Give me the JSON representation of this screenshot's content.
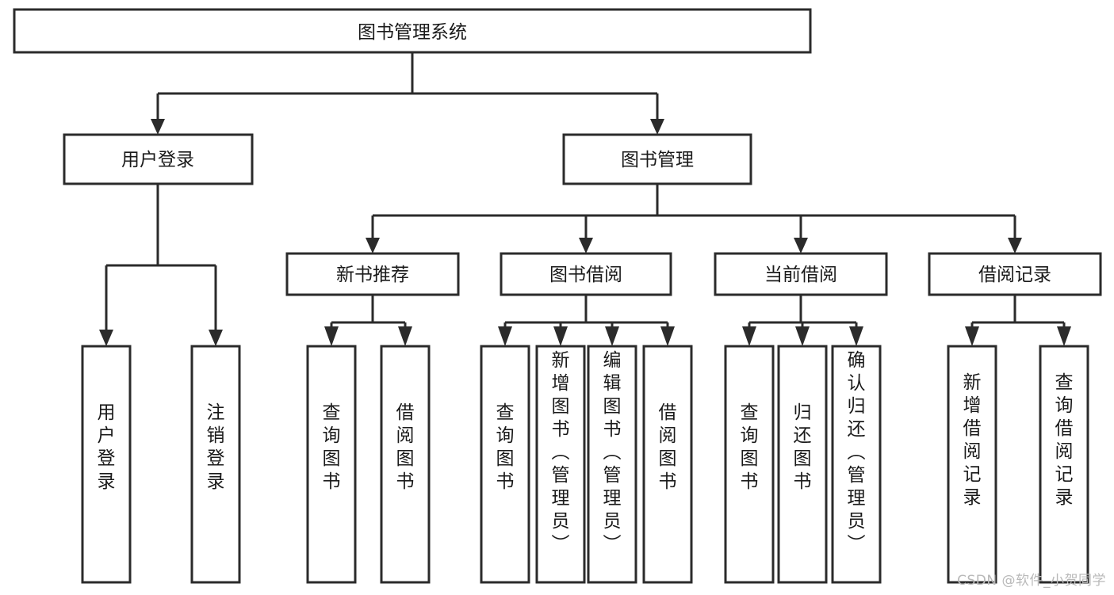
{
  "diagram": {
    "title": "图书管理系统",
    "type": "tree",
    "root": {
      "id": "root",
      "label": "图书管理系统",
      "orientation": "horizontal"
    },
    "level2": [
      {
        "id": "user-login",
        "label": "用户登录",
        "orientation": "horizontal"
      },
      {
        "id": "book-manage",
        "label": "图书管理",
        "orientation": "horizontal"
      }
    ],
    "level3": [
      {
        "id": "new-book-recommend",
        "label": "新书推荐",
        "orientation": "horizontal",
        "parent": "book-manage"
      },
      {
        "id": "book-borrow",
        "label": "图书借阅",
        "orientation": "horizontal",
        "parent": "book-manage"
      },
      {
        "id": "current-borrow",
        "label": "当前借阅",
        "orientation": "horizontal",
        "parent": "book-manage"
      },
      {
        "id": "borrow-record",
        "label": "借阅记录",
        "orientation": "horizontal",
        "parent": "book-manage"
      }
    ],
    "leaves": [
      {
        "id": "leaf-user-login",
        "label": "用户登录",
        "orientation": "vertical",
        "parent": "user-login"
      },
      {
        "id": "leaf-user-logout",
        "label": "注销登录",
        "orientation": "vertical",
        "parent": "user-login"
      },
      {
        "id": "leaf-query-book-1",
        "label": "查询图书",
        "orientation": "vertical",
        "parent": "new-book-recommend"
      },
      {
        "id": "leaf-borrow-book-1",
        "label": "借阅图书",
        "orientation": "vertical",
        "parent": "new-book-recommend"
      },
      {
        "id": "leaf-query-book-2",
        "label": "查询图书",
        "orientation": "vertical",
        "parent": "book-borrow"
      },
      {
        "id": "leaf-add-book",
        "label": "新增图书（管理员）",
        "orientation": "vertical",
        "parent": "book-borrow"
      },
      {
        "id": "leaf-edit-book",
        "label": "编辑图书（管理员）",
        "orientation": "vertical",
        "parent": "book-borrow"
      },
      {
        "id": "leaf-borrow-book-2",
        "label": "借阅图书",
        "orientation": "vertical",
        "parent": "book-borrow"
      },
      {
        "id": "leaf-query-book-3",
        "label": "查询图书",
        "orientation": "vertical",
        "parent": "current-borrow"
      },
      {
        "id": "leaf-return-book",
        "label": "归还图书",
        "orientation": "vertical",
        "parent": "current-borrow"
      },
      {
        "id": "leaf-confirm-return",
        "label": "确认归还（管理员）",
        "orientation": "vertical",
        "parent": "current-borrow"
      },
      {
        "id": "leaf-add-record",
        "label": "新增借阅记录",
        "orientation": "vertical",
        "parent": "borrow-record"
      },
      {
        "id": "leaf-query-record",
        "label": "查询借阅记录",
        "orientation": "vertical",
        "parent": "borrow-record"
      }
    ]
  },
  "watermark": {
    "text": "CSDN @软件_小贺同学"
  },
  "colors": {
    "stroke": "#2b2b2b",
    "fill": "#ffffff",
    "text": "#1a1a1a",
    "watermark": "#b9b9b9",
    "background": "#ffffff"
  }
}
